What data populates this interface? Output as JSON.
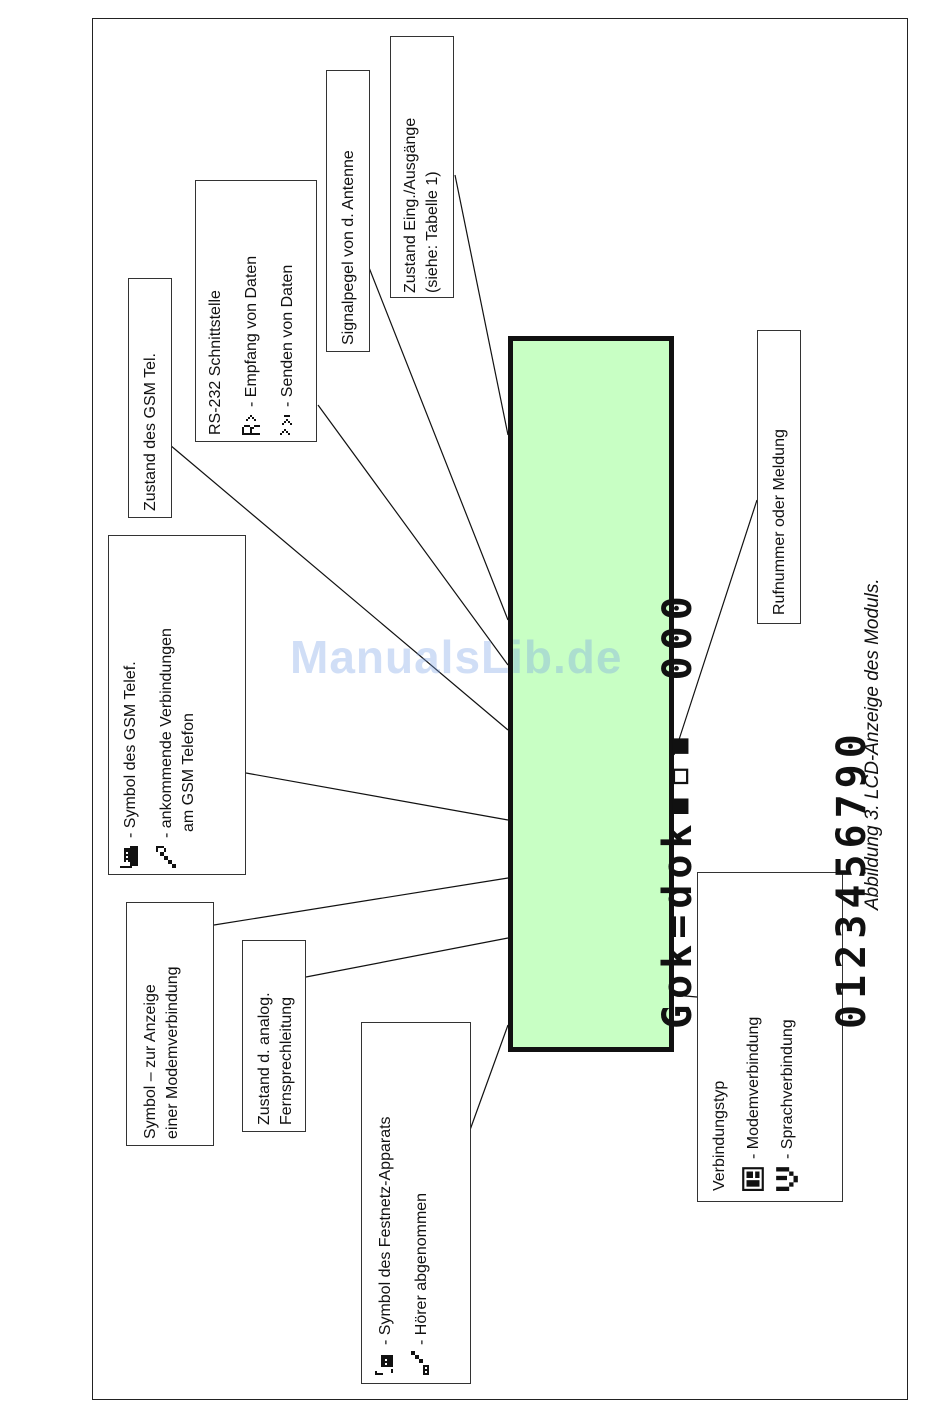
{
  "diagram": {
    "caption": "Abbildung 3. LCD-Anzeige des Moduls.",
    "watermark": "ManualsLib.de",
    "lcd": {
      "line1": "Gok=dok",
      "line1_tail": "000",
      "line2": "0123456790"
    },
    "labels": {
      "gsm_state": "Zustand des GSM Tel.",
      "rs232_title": "RS-232 Schnittstelle",
      "rs232_rx": "- Empfang von Daten",
      "rs232_tx": "- Senden von Daten",
      "signal": "Signalpegel von d. Antenne",
      "io_state_1": "Zustand Eing./Ausgänge",
      "io_state_2": "(siehe: Tabelle 1)",
      "gsm_symbol": "- Symbol des GSM Telef.",
      "gsm_incoming_1": "- ankommende Verbindungen",
      "gsm_incoming_2": "am GSM Telefon",
      "number": "Rufnummer oder Meldung",
      "modem_symbol_1": "Symbol – zur Anzeige",
      "modem_symbol_2": "einer Modemverbindung",
      "analog_1": "Zustand d. analog.",
      "analog_2": "Fernsprechleitung",
      "landline_symbol": "- Symbol des Festnetz-Apparats",
      "handset_off": "- Hörer abgenommen",
      "conn_type": "Verbindungstyp",
      "conn_modem": "- Modemverbindung",
      "conn_voice": "- Sprachverbindung"
    },
    "icons": [
      "rs232-rx-icon",
      "rs232-tx-icon",
      "gsm-phone-icon",
      "gsm-incoming-icon",
      "landline-phone-icon",
      "handset-off-icon",
      "modem-conn-icon",
      "voice-conn-icon"
    ]
  }
}
